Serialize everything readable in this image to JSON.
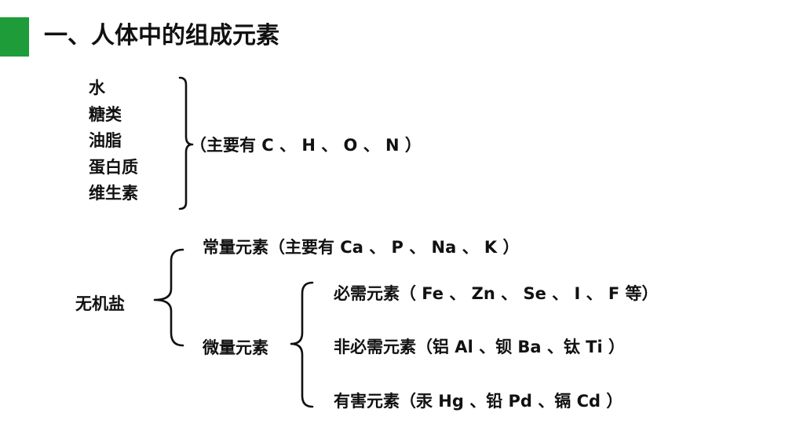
{
  "accent_color": "#1f9c3a",
  "title": "一、人体中的组成元素",
  "organic": {
    "items": [
      "水",
      "糖类",
      "油脂",
      "蛋白质",
      "维生素"
    ],
    "note": "（主要有 C 、 H 、 O 、 N ）"
  },
  "inorganic": {
    "label": "无机盐",
    "macro": "常量元素（主要有 Ca 、 P 、 Na 、 K ）",
    "trace": {
      "label": "微量元素",
      "essential": "必需元素（ Fe 、 Zn 、 Se 、 I 、 F 等）",
      "nonessential": "非必需元素（铝 Al 、钡 Ba 、钛 Ti ）",
      "harmful": "有害元素（汞 Hg 、铅 Pd 、镉 Cd ）"
    }
  }
}
